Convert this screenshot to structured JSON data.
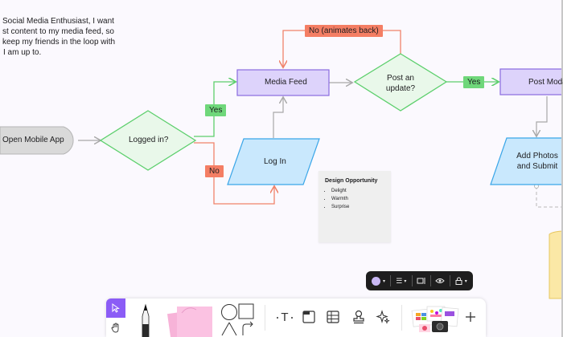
{
  "user_story": {
    "lines": [
      "Social Media Enthusiast, I want",
      "st content to my media feed, so",
      "keep my friends in the loop with",
      "I am up to."
    ]
  },
  "flow": {
    "open_app": "Open Mobile App",
    "logged_in": "Logged in?",
    "yes_1": "Yes",
    "no_1": "No",
    "media_feed": "Media Feed",
    "log_in": "Log In",
    "post_update_line1": "Post an",
    "post_update_line2": "update?",
    "no_animates": "No (animates back)",
    "yes_2": "Yes",
    "post_modal": "Post Moda",
    "add_photos_line1": "Add Photos",
    "add_photos_line2": "and Submit"
  },
  "sticky_note": {
    "title": "Design Opportunity",
    "items": [
      "Delight",
      "Warmth",
      "Surprise"
    ]
  },
  "format_bar": {
    "fill_color": "#c9b8f4",
    "icons": [
      "color-swatch",
      "chevron-down",
      "align-menu",
      "chevron-down",
      "resize",
      "eye",
      "lock",
      "chevron-down"
    ]
  },
  "toolbar": {
    "selected_tool_color": "#8b5cf6",
    "tools": [
      "select",
      "hand",
      "pen",
      "sticky-notes",
      "shapes",
      "text",
      "section",
      "table",
      "stamp",
      "widgets",
      "templates",
      "add"
    ]
  },
  "colors": {
    "green_stroke": "#5ccf6c",
    "green_fill": "#e9f8ea",
    "purple_fill": "#ddd3fb",
    "purple_stroke": "#8a6be0",
    "blue_fill": "#c9e8fd",
    "blue_stroke": "#3aa6e8",
    "red_stroke": "#f0836a",
    "gray_fill": "#d9d9d9",
    "yellow_fill": "#fbe8a6"
  }
}
